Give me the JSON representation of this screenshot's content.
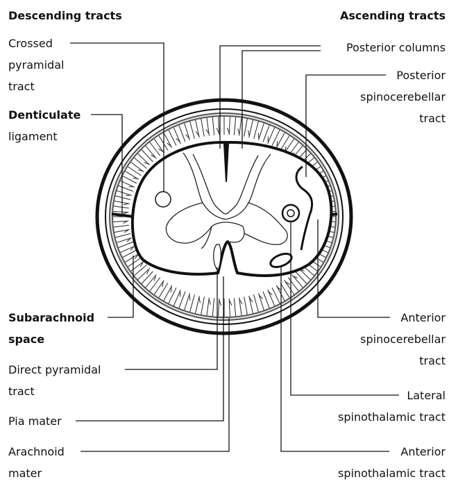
{
  "headers": {
    "left": "Descending tracts",
    "right": "Ascending tracts"
  },
  "left_labels": {
    "crossed_pyramidal": [
      "Crossed",
      "pyramidal",
      "tract"
    ],
    "denticulate": [
      "Denticulate",
      "ligament"
    ],
    "subarachnoid": [
      "Subarachnoid",
      "space"
    ],
    "direct_pyramidal": [
      "Direct pyramidal",
      "tract"
    ],
    "pia_mater": [
      "Pia mater"
    ],
    "arachnoid": [
      "Arachnoid",
      "mater"
    ]
  },
  "right_labels": {
    "posterior_columns": [
      "Posterior columns"
    ],
    "posterior_spinocerebellar": [
      "Posterior",
      "spinocerebellar",
      "tract"
    ],
    "anterior_spinocerebellar": [
      "Anterior",
      "spinocerebellar",
      "tract"
    ],
    "lateral_spinothalamic": [
      "Lateral",
      "spinothalamic tract"
    ],
    "anterior_spinothalamic": [
      "Anterior",
      "spinothalamic tract"
    ]
  }
}
